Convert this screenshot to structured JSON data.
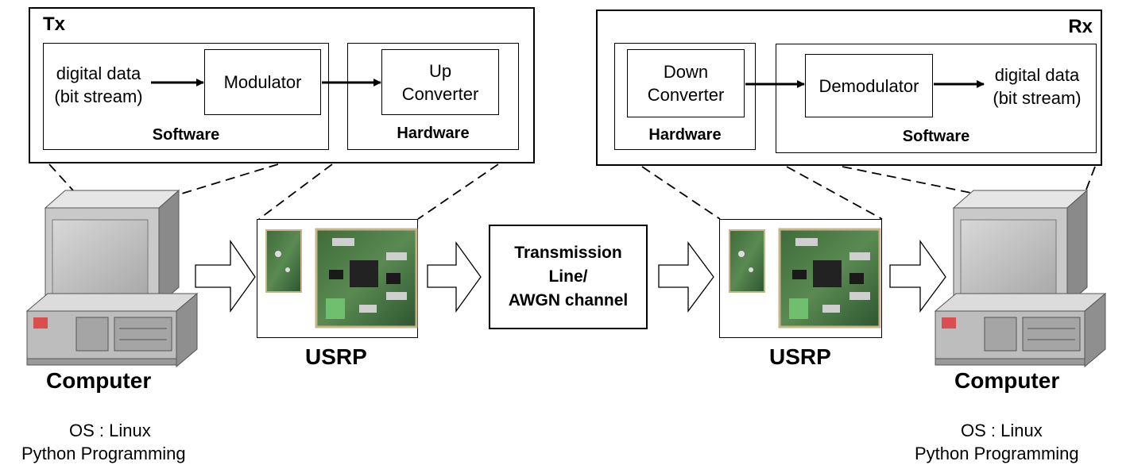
{
  "tx": {
    "title": "Tx",
    "input_line1": "digital data",
    "input_line2": "(bit stream)",
    "modulator": "Modulator",
    "upconv_line1": "Up",
    "upconv_line2": "Converter",
    "software": "Software",
    "hardware": "Hardware"
  },
  "rx": {
    "title": "Rx",
    "downconv_line1": "Down",
    "downconv_line2": "Converter",
    "demodulator": "Demodulator",
    "output_line1": "digital data",
    "output_line2": "(bit stream)",
    "software": "Software",
    "hardware": "Hardware"
  },
  "channel": {
    "line1": "Transmission",
    "line2": "Line/",
    "line3": "AWGN channel"
  },
  "usrp_left": "USRP",
  "usrp_right": "USRP",
  "computer_left": {
    "label": "Computer",
    "os": "OS : Linux",
    "prog": "Python Programming"
  },
  "computer_right": {
    "label": "Computer",
    "os": "OS : Linux",
    "prog": "Python Programming"
  }
}
